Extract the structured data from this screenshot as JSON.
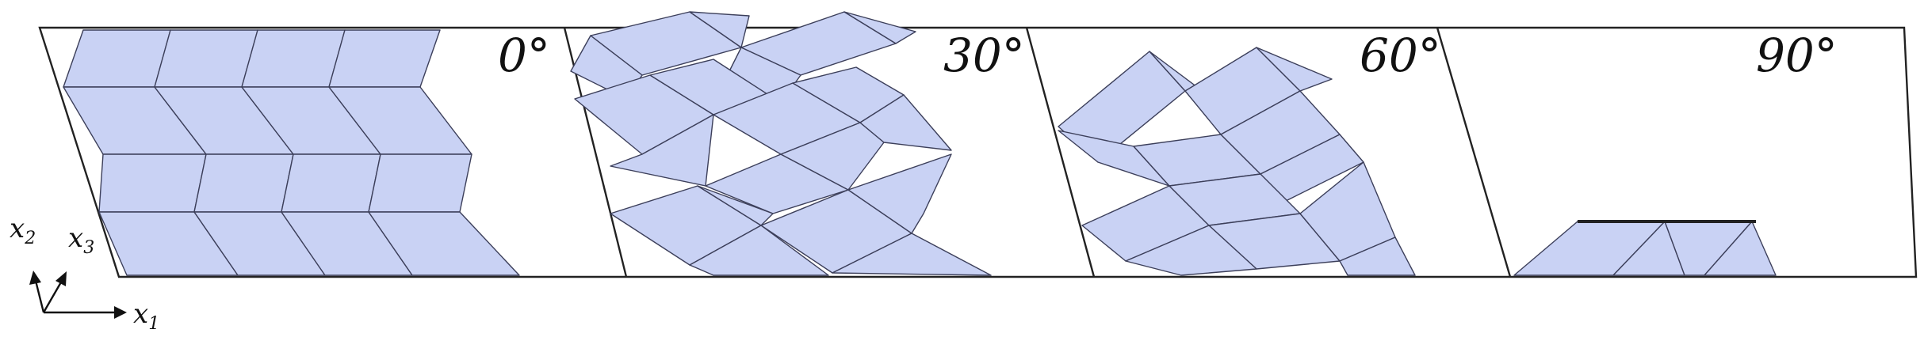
{
  "panels": [
    {
      "angle_label": "0°"
    },
    {
      "angle_label": "30°"
    },
    {
      "angle_label": "60°"
    },
    {
      "angle_label": "90°"
    }
  ],
  "axes": {
    "x1": {
      "base": "x",
      "sub": "1"
    },
    "x2": {
      "base": "x",
      "sub": "2"
    },
    "x3": {
      "base": "x",
      "sub": "3"
    }
  },
  "colors": {
    "facet_fill": "#c9d2f4",
    "facet_stroke": "#3c3f5a",
    "frame_stroke": "#222222"
  }
}
